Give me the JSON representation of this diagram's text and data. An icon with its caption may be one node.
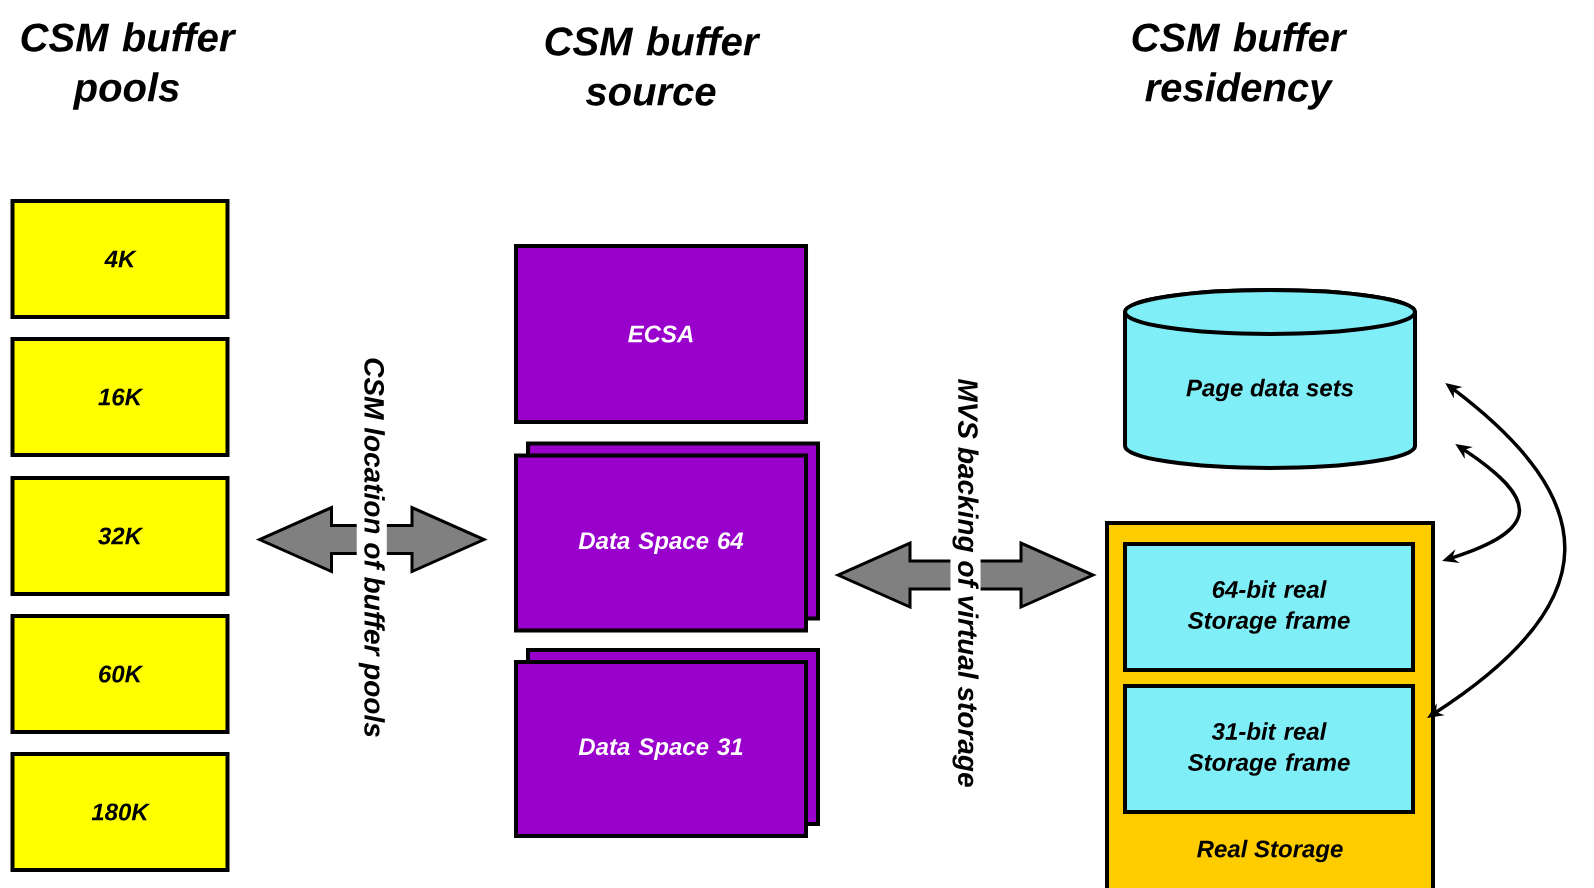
{
  "diagram": {
    "nodes": [
      {
        "text": [
          "4K"
        ]
      },
      {
        "text": [
          "16K"
        ]
      },
      {
        "text": [
          "32K"
        ]
      },
      {
        "text": [
          "60K"
        ]
      },
      {
        "text": [
          "180K"
        ]
      },
      {
        "text": [
          "ECSA"
        ]
      },
      {
        "text": [
          "Data Space 64"
        ]
      },
      {
        "text": [
          "Data Space 31"
        ]
      },
      {
        "text": [
          "Page data sets"
        ]
      },
      {
        "text": [
          "Real Storage"
        ]
      },
      {
        "text": [
          "64-bit real Storage frame"
        ],
        "in": 9
      },
      {
        "text": [
          "31-bit real Storage frame"
        ],
        "in": 9
      }
    ],
    "edges": [
      {
        "from": 2,
        "to": 6,
        "arrow": "both",
        "label": "CSM location of buffer pools",
        "style": "thick"
      },
      {
        "from": 6,
        "to": 10,
        "arrow": "both",
        "label": "MVS backing of virtual storage",
        "style": "thick"
      },
      {
        "from": 8,
        "to": 10,
        "arrow": "both"
      },
      {
        "from": 8,
        "to": 11,
        "arrow": "both"
      }
    ],
    "labels": [
      "CSM buffer pools",
      "CSM buffer source",
      "CSM buffer residency"
    ]
  }
}
